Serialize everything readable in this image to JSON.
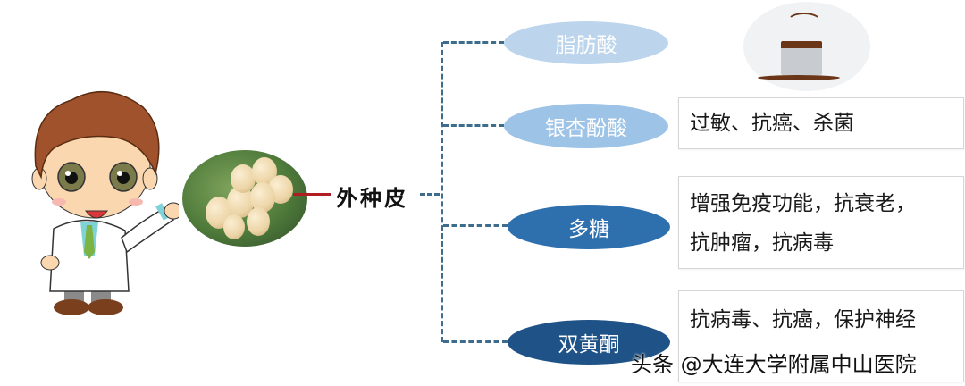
{
  "diagram": {
    "root_label": "外种皮",
    "branches": [
      {
        "component": "脂肪酸",
        "effects": []
      },
      {
        "component": "银杏酚酸",
        "effects": [
          "过敏、抗癌、杀菌"
        ]
      },
      {
        "component": "多糖",
        "effects": [
          "增强免疫功能，抗衰老，",
          "抗肿瘤，抗病毒"
        ]
      },
      {
        "component": "双黄酮",
        "effects": [
          "抗病毒、抗癌，保护神经"
        ]
      }
    ]
  },
  "images": {
    "doctor": "cartoon-doctor-illustration",
    "fruit": "ginkgo-fruit-photo",
    "product": "melted-pot-illustration"
  },
  "watermark": "头条 @大连大学附属中山医院",
  "colors": {
    "ellipse_1": "#bcd5ec",
    "ellipse_2": "#9dc3e6",
    "ellipse_3": "#2e6fae",
    "ellipse_4": "#1f5286",
    "connector": "#3e6c8c",
    "root_link": "#b01e24"
  }
}
